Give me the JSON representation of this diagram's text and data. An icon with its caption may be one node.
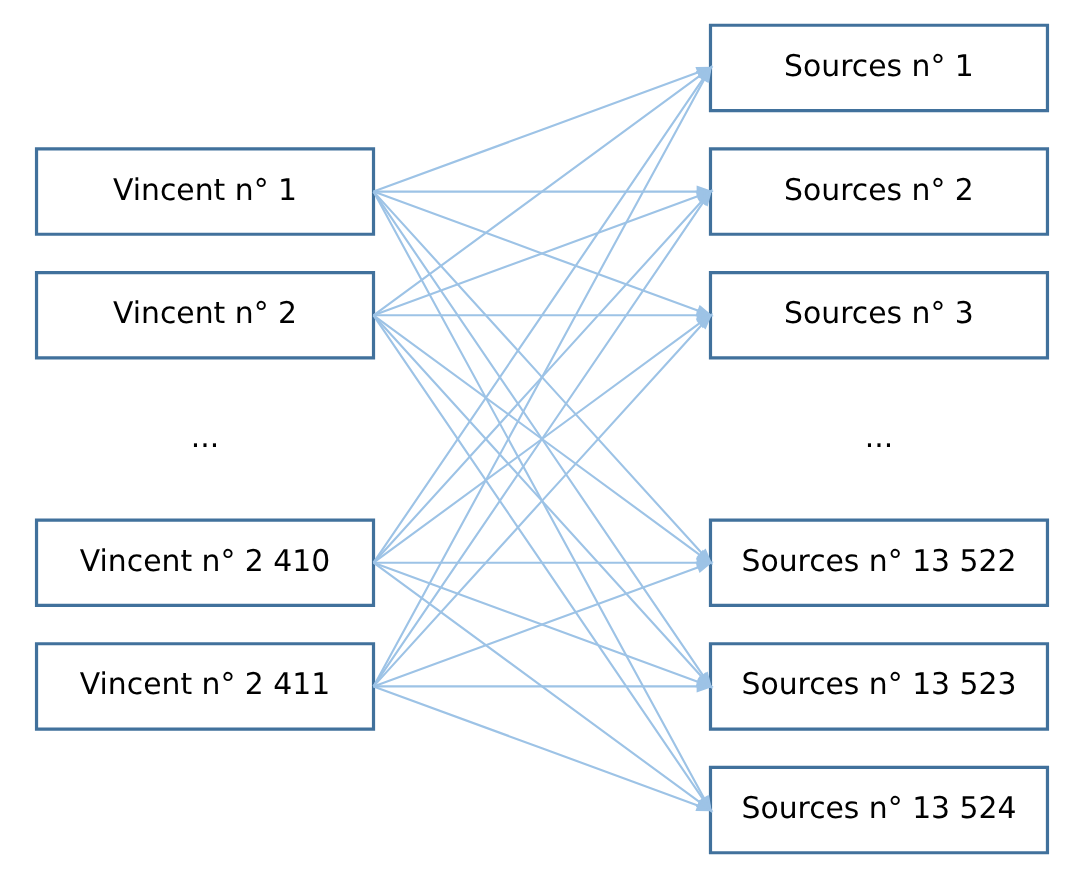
{
  "diagram": {
    "nodes": [
      {
        "text": [
          "Vincent n° 1"
        ]
      },
      {
        "text": [
          "Vincent n° 2"
        ]
      },
      {
        "text": [
          "Vincent n° 2 410"
        ]
      },
      {
        "text": [
          "Vincent n° 2 411"
        ]
      },
      {
        "text": [
          "Sources n° 1"
        ]
      },
      {
        "text": [
          "Sources n° 2"
        ]
      },
      {
        "text": [
          "Sources n° 3"
        ]
      },
      {
        "text": [
          "Sources n° 13 522"
        ]
      },
      {
        "text": [
          "Sources n° 13 523"
        ]
      },
      {
        "text": [
          "Sources n° 13 524"
        ]
      }
    ],
    "edges": [
      {
        "from": 0,
        "to": 4,
        "arrow": "to"
      },
      {
        "from": 0,
        "to": 5,
        "arrow": "to"
      },
      {
        "from": 0,
        "to": 6,
        "arrow": "to"
      },
      {
        "from": 0,
        "to": 7,
        "arrow": "to"
      },
      {
        "from": 0,
        "to": 8,
        "arrow": "to"
      },
      {
        "from": 0,
        "to": 9,
        "arrow": "to"
      },
      {
        "from": 1,
        "to": 4,
        "arrow": "to"
      },
      {
        "from": 1,
        "to": 5,
        "arrow": "to"
      },
      {
        "from": 1,
        "to": 6,
        "arrow": "to"
      },
      {
        "from": 1,
        "to": 7,
        "arrow": "to"
      },
      {
        "from": 1,
        "to": 8,
        "arrow": "to"
      },
      {
        "from": 1,
        "to": 9,
        "arrow": "to"
      },
      {
        "from": 2,
        "to": 4,
        "arrow": "to"
      },
      {
        "from": 2,
        "to": 5,
        "arrow": "to"
      },
      {
        "from": 2,
        "to": 6,
        "arrow": "to"
      },
      {
        "from": 2,
        "to": 7,
        "arrow": "to"
      },
      {
        "from": 2,
        "to": 8,
        "arrow": "to"
      },
      {
        "from": 2,
        "to": 9,
        "arrow": "to"
      },
      {
        "from": 3,
        "to": 4,
        "arrow": "to"
      },
      {
        "from": 3,
        "to": 5,
        "arrow": "to"
      },
      {
        "from": 3,
        "to": 6,
        "arrow": "to"
      },
      {
        "from": 3,
        "to": 7,
        "arrow": "to"
      },
      {
        "from": 3,
        "to": 8,
        "arrow": "to"
      },
      {
        "from": 3,
        "to": 9,
        "arrow": "to"
      }
    ],
    "labels": [
      "...",
      "..."
    ]
  }
}
